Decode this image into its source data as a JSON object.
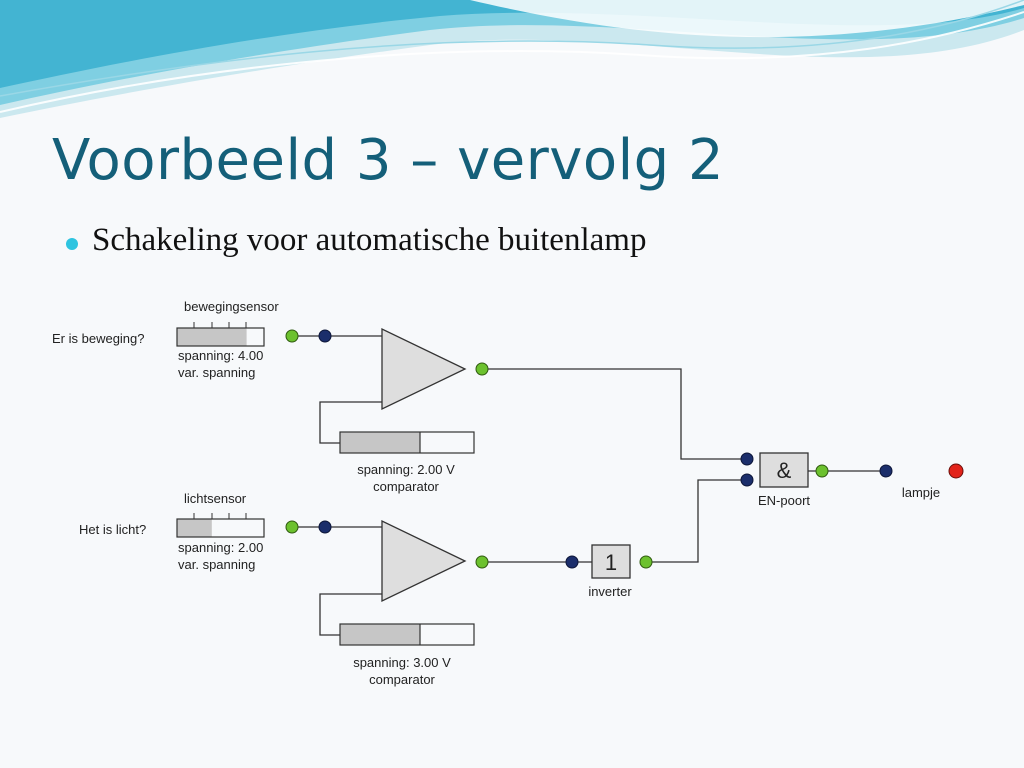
{
  "slide": {
    "title": "Voorbeeld 3 – vervolg 2",
    "bullet": "Schakeling voor automatische buitenlamp"
  },
  "colors": {
    "title": "#145f79",
    "bullet": "#2ec4e0",
    "output_node": "#6cc12e",
    "input_node": "#1b2e6b",
    "lamp": "#e2231a",
    "component_fill": "#dedede"
  },
  "diagram": {
    "motion_sensor": {
      "name": "bewegingsensor",
      "question": "Er is beweging?",
      "voltage": "spanning: 4.00",
      "type": "var. spanning",
      "level": 0.8
    },
    "light_sensor": {
      "name": "lichtsensor",
      "question": "Het is licht?",
      "voltage": "spanning: 2.00",
      "type": "var. spanning",
      "level": 0.4
    },
    "comparator_top": {
      "voltage": "spanning: 2.00 V",
      "type": "comparator",
      "level": 0.6
    },
    "comparator_bottom": {
      "voltage": "spanning: 3.00 V",
      "type": "comparator",
      "level": 0.6
    },
    "inverter": {
      "symbol": "1",
      "label": "inverter"
    },
    "and_gate": {
      "symbol": "&",
      "label": "EN-poort"
    },
    "lamp": {
      "label": "lampje"
    }
  }
}
